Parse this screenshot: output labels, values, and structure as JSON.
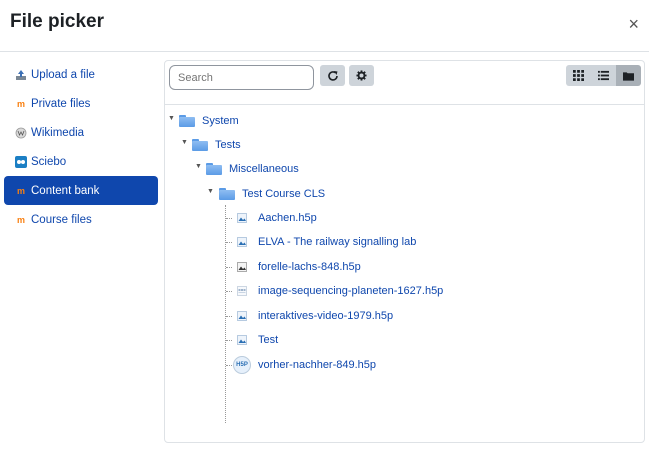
{
  "header": {
    "title": "File picker",
    "close_glyph": "×"
  },
  "sidebar": {
    "items": [
      {
        "label": "Upload a file",
        "icon": "upload-icon",
        "active": false
      },
      {
        "label": "Private files",
        "icon": "moodle-icon",
        "active": false
      },
      {
        "label": "Wikimedia",
        "icon": "wikimedia-icon",
        "active": false
      },
      {
        "label": "Sciebo",
        "icon": "sciebo-icon",
        "active": false
      },
      {
        "label": "Content bank",
        "icon": "moodle-icon",
        "active": true
      },
      {
        "label": "Course files",
        "icon": "moodle-icon",
        "active": false
      }
    ]
  },
  "toolbar": {
    "search_placeholder": "Search",
    "refresh_icon": "refresh-icon",
    "settings_icon": "gear-icon",
    "view_modes": [
      "grid-view-icon",
      "list-view-icon",
      "folder-tree-icon"
    ],
    "selected_view": "folder-tree-icon"
  },
  "tree": {
    "folders": [
      "System",
      "Tests",
      "Miscellaneous",
      "Test Course CLS"
    ],
    "files": [
      "Aachen.h5p",
      "ELVA - The railway signalling lab",
      "forelle-lachs-848.h5p",
      "image-sequencing-planeten-1627.h5p",
      "interaktives-video-1979.h5p",
      "Test",
      "vorher-nachher-849.h5p"
    ]
  },
  "colors": {
    "accent": "#0f47ad",
    "link": "#0f47ad",
    "button_bg": "#ced4da"
  }
}
